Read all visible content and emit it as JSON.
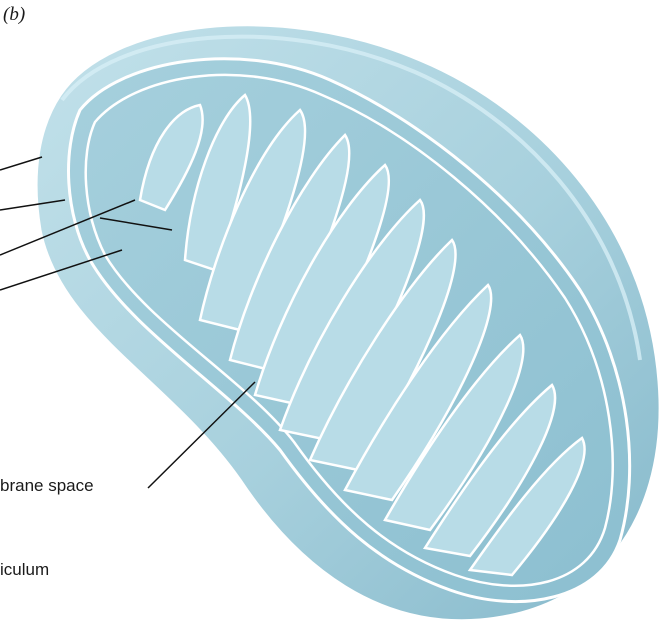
{
  "figure": {
    "panel_label": "(b)",
    "callouts": {
      "intermembrane_space": "brane space",
      "reticulum": "iculum"
    }
  },
  "colors": {
    "outer_fill": "#a9d2df",
    "outer_shade": "#8fc0d1",
    "inner_fill": "#9fcbd9",
    "cristae_fill": "#b6dbe6",
    "membrane_line": "#ffffff",
    "leader_line": "#111111"
  }
}
